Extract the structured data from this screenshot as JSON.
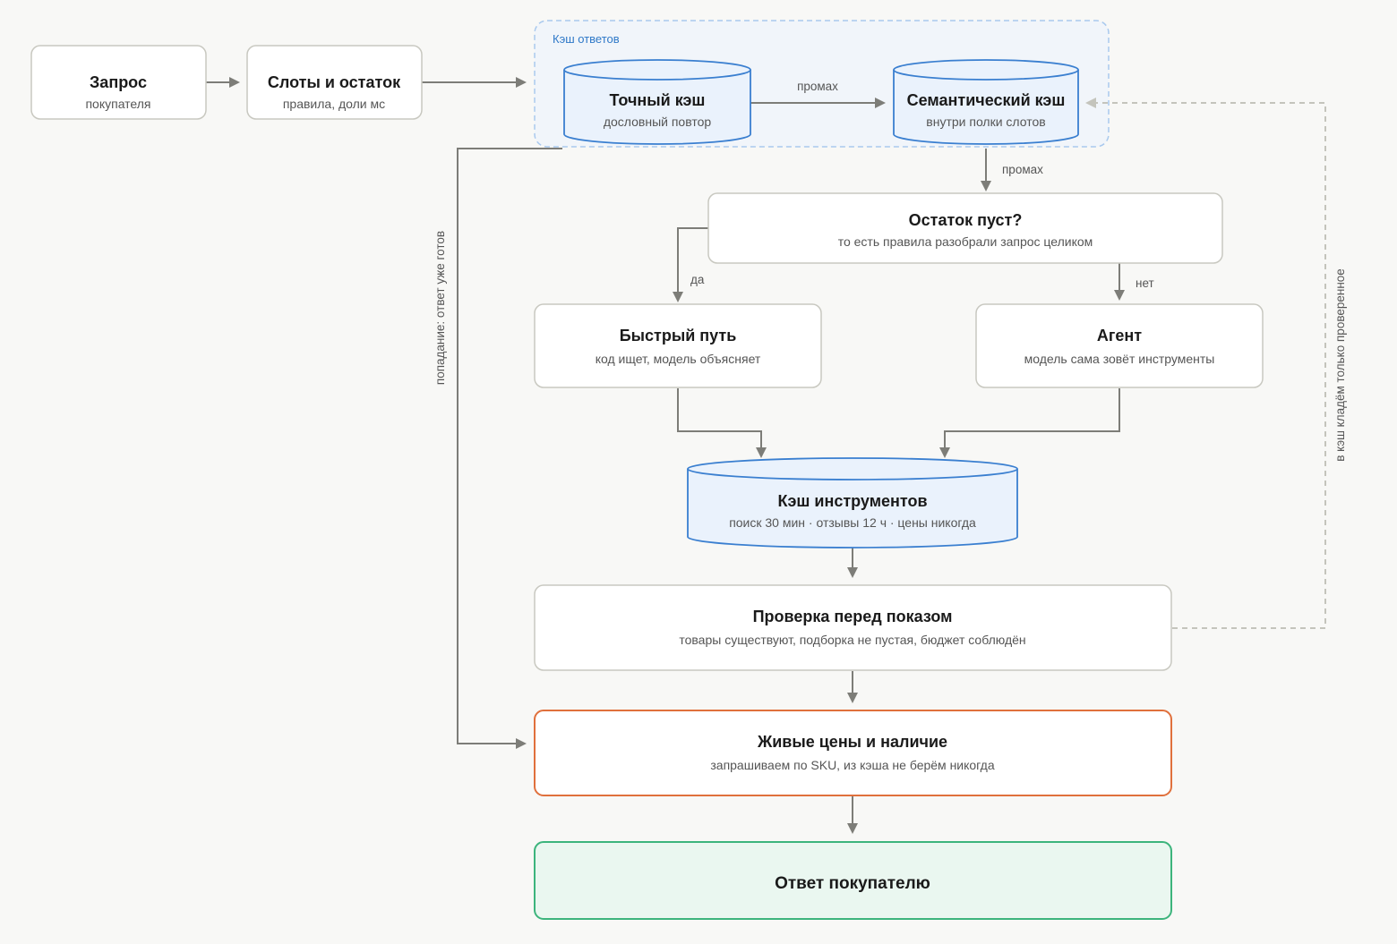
{
  "group": {
    "label": "Кэш ответов"
  },
  "nodes": {
    "request": {
      "title": "Запрос",
      "sub": "покупателя"
    },
    "slots": {
      "title": "Слоты и остаток",
      "sub": "правила, доли мс"
    },
    "exact_cache": {
      "title": "Точный кэш",
      "sub": "дословный повтор"
    },
    "semantic_cache": {
      "title": "Семантический кэш",
      "sub": "внутри полки слотов"
    },
    "remainder": {
      "title": "Остаток пуст?",
      "sub": "то есть правила разобрали запрос целиком"
    },
    "fast_path": {
      "title": "Быстрый путь",
      "sub": "код ищет, модель объясняет"
    },
    "agent": {
      "title": "Агент",
      "sub": "модель сама зовёт инструменты"
    },
    "tool_cache": {
      "title": "Кэш инструментов",
      "sub": "поиск 30 мин · отзывы 12 ч · цены никогда"
    },
    "check": {
      "title": "Проверка перед показом",
      "sub": "товары существуют, подборка не пустая, бюджет соблюдён"
    },
    "live": {
      "title": "Живые цены и наличие",
      "sub": "запрашиваем по SKU, из кэша не берём никогда"
    },
    "answer": {
      "title": "Ответ покупателю"
    }
  },
  "edges": {
    "miss1": "промах",
    "miss2": "промах",
    "yes": "да",
    "no": "нет",
    "hit": "попадание: ответ уже готов",
    "verified": "в кэш кладём только проверенное"
  },
  "colors": {
    "node_border": "#c8c8c0",
    "cache_border": "#3a7fd0",
    "cache_fill": "#eaf2fc",
    "group_border": "#a9c9ee",
    "live_border": "#e0703c",
    "answer_border": "#3cb47c",
    "answer_fill": "#eaf7f0",
    "arrow": "#7d7d78"
  }
}
